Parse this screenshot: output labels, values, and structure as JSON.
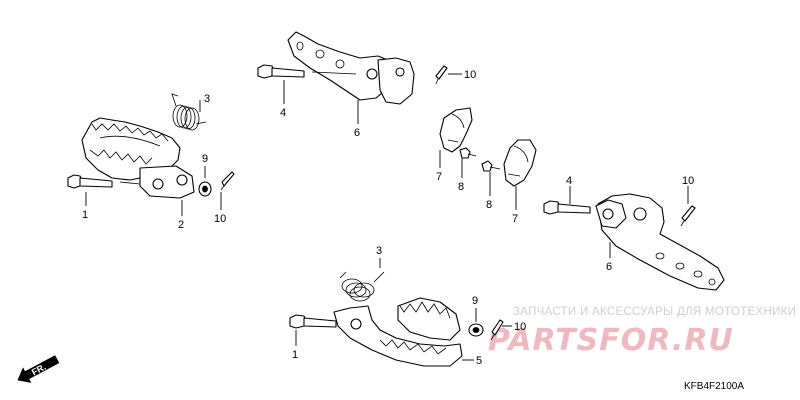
{
  "callouts": {
    "c1a": "1",
    "c2": "2",
    "c3a": "3",
    "c9a": "9",
    "c10a": "10",
    "c4a": "4",
    "c6a": "6",
    "c10b": "10",
    "c7a": "7",
    "c8a": "8",
    "c8b": "8",
    "c7b": "7",
    "c4b": "4",
    "c10c": "10",
    "c6b": "6",
    "c3b": "3",
    "c1b": "1",
    "c9b": "9",
    "c10d": "10",
    "c5": "5"
  },
  "direction": {
    "label": "FR."
  },
  "diagram_code": "KFB4F2100A",
  "watermark": {
    "tagline": "ЗАПЧАСТИ И АКСЕССУАРЫ ДЛЯ МОТОТЕХНИКИ",
    "logo": "PARTSFOR.RU"
  }
}
